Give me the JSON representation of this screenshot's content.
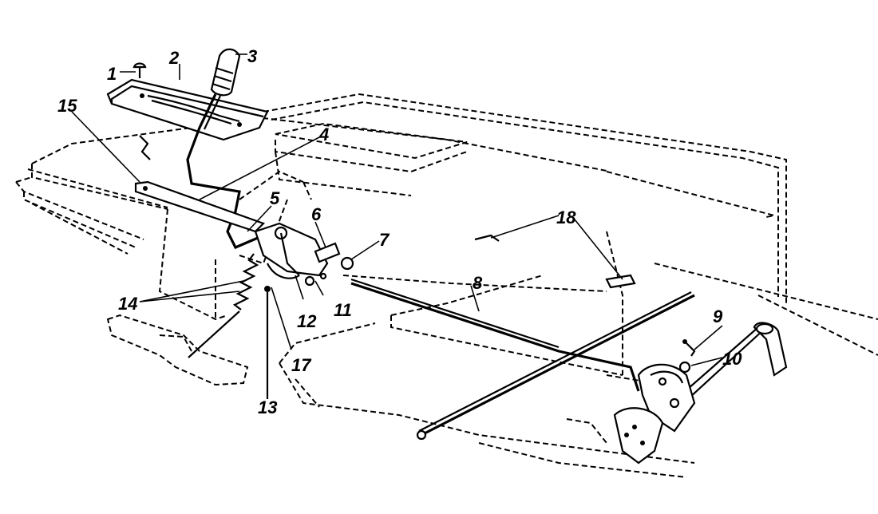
{
  "callouts": [
    {
      "id": "c1",
      "text": "1"
    },
    {
      "id": "c2",
      "text": "2"
    },
    {
      "id": "c3",
      "text": "3"
    },
    {
      "id": "c4",
      "text": "4"
    },
    {
      "id": "c5",
      "text": "5"
    },
    {
      "id": "c6",
      "text": "6"
    },
    {
      "id": "c7",
      "text": "7"
    },
    {
      "id": "c8",
      "text": "8"
    },
    {
      "id": "c9",
      "text": "9"
    },
    {
      "id": "c10",
      "text": "10"
    },
    {
      "id": "c11",
      "text": "11"
    },
    {
      "id": "c12",
      "text": "12"
    },
    {
      "id": "c13",
      "text": "13"
    },
    {
      "id": "c14",
      "text": "14"
    },
    {
      "id": "c15",
      "text": "15"
    },
    {
      "id": "c17",
      "text": "17"
    },
    {
      "id": "c18",
      "text": "18"
    }
  ]
}
